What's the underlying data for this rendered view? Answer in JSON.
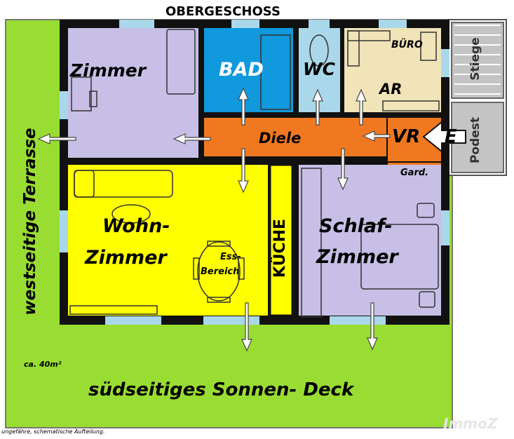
{
  "title": "OBERGESCHOSS",
  "rooms": {
    "zimmer": "Zimmer",
    "bad": "BAD",
    "wc": "WC",
    "buero": "BÜRO",
    "ar": "AR",
    "diele": "Diele",
    "vr": "VR",
    "e": "E",
    "garderobe": "Gard.",
    "wohnzimmer_1": "Wohn-",
    "wohnzimmer_2": "Zimmer",
    "essbereich_1": "Ess-",
    "essbereich_2": "Bereich",
    "kueche": "KÜCHE",
    "schlafzimmer_1": "Schlaf-",
    "schlafzimmer_2": "Zimmer",
    "stiege": "Stiege",
    "podest": "Podest"
  },
  "outdoor": {
    "terrasse": "westseitige  Terrasse",
    "deck": "südseitiges  Sonnen- Deck",
    "area": "ca. 40m²"
  },
  "footnote": "ungefähre, schematische Aufteilung.",
  "watermark": "ImmoZ",
  "colors": {
    "lawn": "#99dd33",
    "wall": "#111111",
    "zimmer": "#c8bfe6",
    "bad": "#1199dd",
    "wc": "#a8d8ea",
    "buero": "#f0e4b8",
    "diele": "#f07820",
    "wohn": "#ffff00",
    "schlaf": "#c8bfe6",
    "stairs": "#c0c0c0"
  }
}
